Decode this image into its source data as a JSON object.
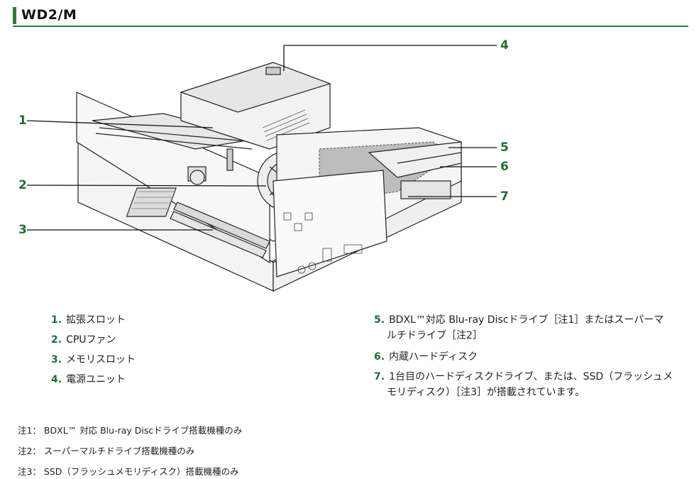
{
  "header": {
    "title": "WD2/M"
  },
  "diagram": {
    "callouts": [
      {
        "num": "1"
      },
      {
        "num": "2"
      },
      {
        "num": "3"
      },
      {
        "num": "4"
      },
      {
        "num": "5"
      },
      {
        "num": "6"
      },
      {
        "num": "7"
      }
    ]
  },
  "legend": {
    "left": [
      {
        "num": "1.",
        "text": "拡張スロット"
      },
      {
        "num": "2.",
        "text": "CPUファン"
      },
      {
        "num": "3.",
        "text": "メモリスロット"
      },
      {
        "num": "4.",
        "text": "電源ユニット"
      }
    ],
    "right": [
      {
        "num": "5.",
        "text_line1": "BDXL™対応 Blu-ray Discドライブ［注1］またはスーパーマ",
        "text_line2": "ルチドライブ［注2］"
      },
      {
        "num": "6.",
        "text_line1": "内蔵ハードディスク"
      },
      {
        "num": "7.",
        "text_line1": "1台目のハードディスクドライブ、または、SSD（フラッシュメ",
        "text_line2": "モリディスク）［注3］が搭載されています。"
      }
    ]
  },
  "notes": [
    "注1： BDXL™ 対応 Blu-ray Discドライブ搭載機種のみ",
    "注2： スーパーマルチドライブ搭載機種のみ",
    "注3： SSD（フラッシュメモリディスク）搭載機種のみ"
  ],
  "colors": {
    "accent": "#2f7d3a",
    "number": "#1f6e35",
    "highlight": "#bdbdbd"
  }
}
